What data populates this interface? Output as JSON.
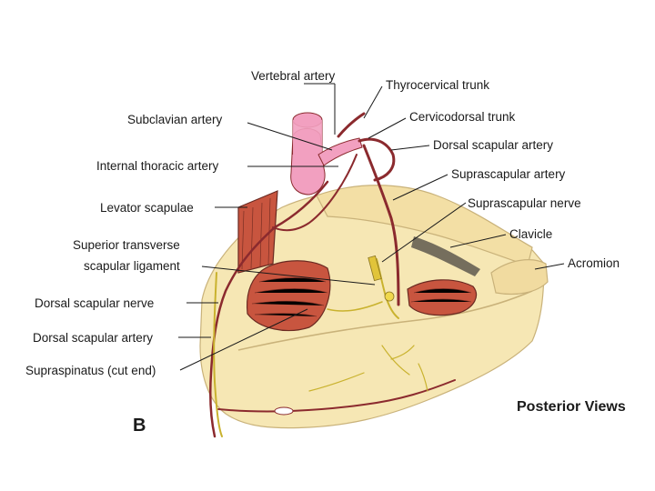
{
  "labels": {
    "vertebral_artery": "Vertebral artery",
    "thyrocervical_trunk": "Thyrocervical trunk",
    "subclavian_artery": "Subclavian artery",
    "cervicodorsal_trunk": "Cervicodorsal trunk",
    "dorsal_scapular_artery_top": "Dorsal scapular artery",
    "internal_thoracic_artery": "Internal thoracic artery",
    "suprascapular_artery": "Suprascapular artery",
    "suprascapular_nerve": "Suprascapular nerve",
    "levator_scapulae": "Levator scapulae",
    "clavicle": "Clavicle",
    "acromion": "Acromion",
    "superior_transverse_line1": "Superior transverse",
    "superior_transverse_line2": "scapular ligament",
    "dorsal_scapular_nerve": "Dorsal scapular nerve",
    "dorsal_scapular_artery_left": "Dorsal scapular artery",
    "supraspinatus": "Supraspinatus (cut end)"
  },
  "panel_letter": "B",
  "view_caption": "Posterior Views",
  "colors": {
    "bone": "#f6e7b4",
    "bone_edge": "#c9b27a",
    "artery": "#8b2a2e",
    "artery_trunk": "#f2a0c0",
    "muscle": "#c8553f",
    "nerve": "#c9b22e"
  }
}
